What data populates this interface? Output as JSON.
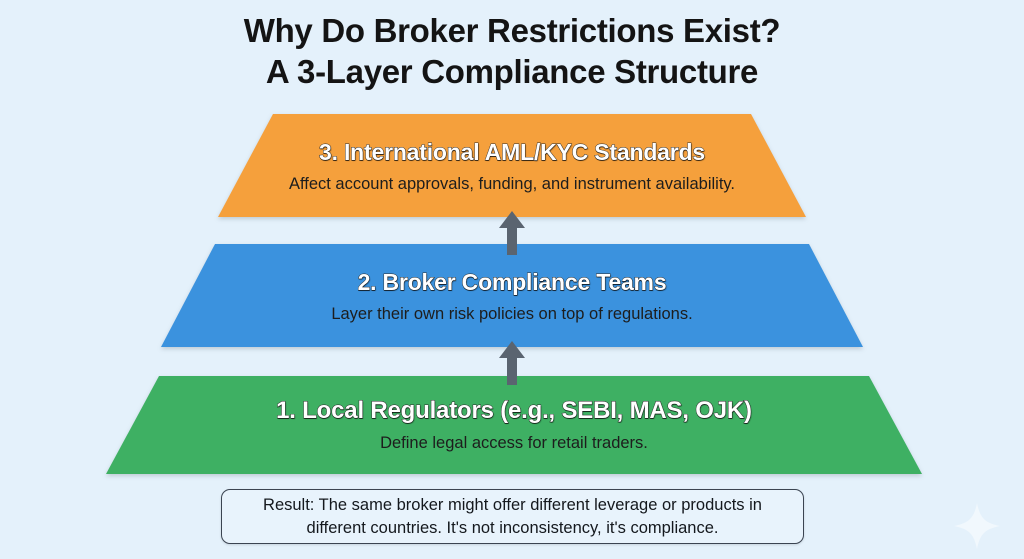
{
  "title": {
    "line1": "Why Do Broker Restrictions Exist?",
    "line2": "A 3-Layer Compliance Structure"
  },
  "colors": {
    "background": "#e4f1fb",
    "layer_orange": "#f5a03c",
    "layer_blue": "#3b92de",
    "layer_green": "#3eb063",
    "arrow": "#5a6470",
    "title_text": "#141414",
    "heading_text": "#ffffff",
    "heading_outline": "#2b2b2b",
    "sub_text": "#1d1d1d",
    "result_border": "#3b4451",
    "result_fill": "#e8f3fc"
  },
  "pyramid": {
    "layers": [
      {
        "id": "layer-3",
        "rank": 3,
        "heading": "3. International AML/KYC Standards",
        "subtitle": "Affect account approvals, funding, and instrument availability.",
        "color": "#f5a03c",
        "color_name": "orange"
      },
      {
        "id": "layer-2",
        "rank": 2,
        "heading": "2. Broker Compliance Teams",
        "subtitle": "Layer their own risk policies on top of regulations.",
        "color": "#3b92de",
        "color_name": "blue"
      },
      {
        "id": "layer-1",
        "rank": 1,
        "heading": "1. Local Regulators (e.g., SEBI, MAS, OJK)",
        "subtitle": "Define legal access for retail traders.",
        "color": "#3eb063",
        "color_name": "green"
      }
    ],
    "arrows": [
      {
        "id": "arrow-mid-top",
        "direction": "up",
        "from": "layer-2",
        "to": "layer-3"
      },
      {
        "id": "arrow-mid-bot",
        "direction": "up",
        "from": "layer-1",
        "to": "layer-2"
      }
    ]
  },
  "result": {
    "line1": "Result: The same broker might offer different leverage or products in",
    "line2": "different countries. It's not inconsistency, it's compliance."
  },
  "watermark": {
    "icon": "sparkle-icon"
  }
}
